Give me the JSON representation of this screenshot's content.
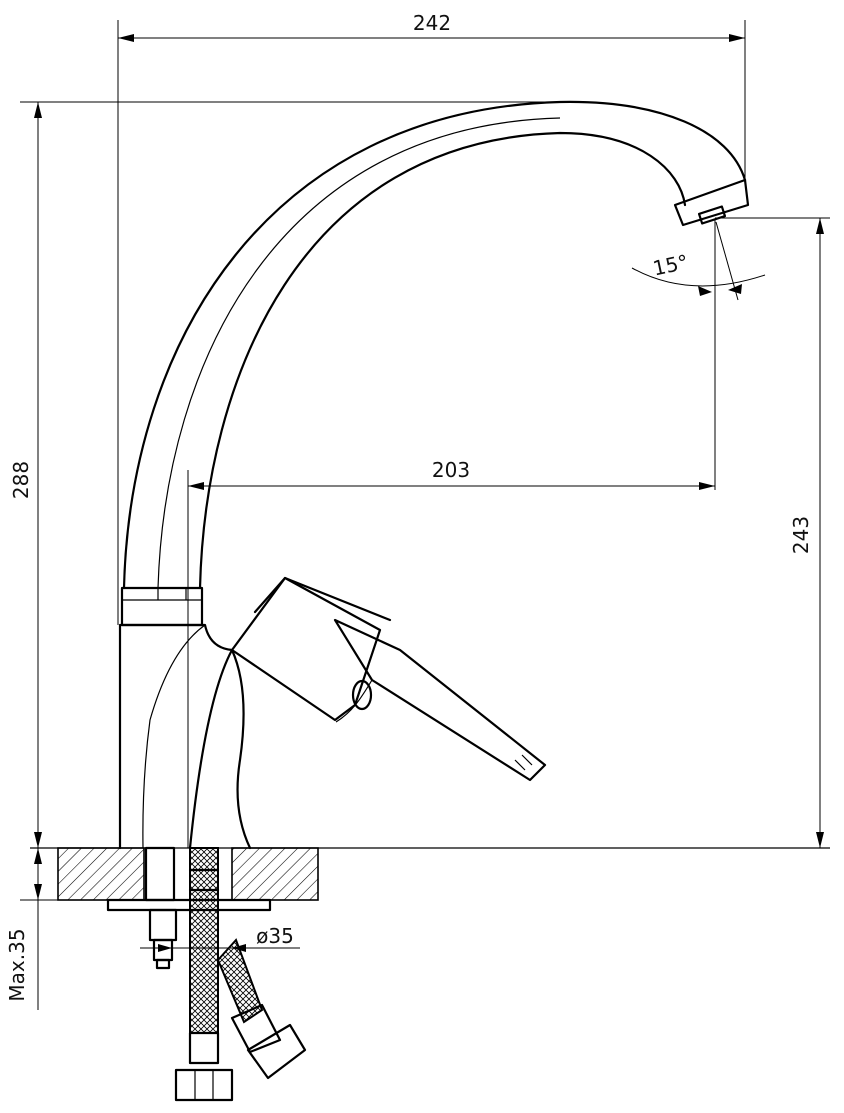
{
  "dimensions": {
    "total_reach": "242",
    "total_height": "288",
    "spout_reach": "203",
    "spout_height": "243",
    "swivel_angle": "15°",
    "hole_diameter": "ø35",
    "max_deck_thickness": "Max.35"
  },
  "colors": {
    "line": "#000000",
    "background": "#ffffff"
  }
}
